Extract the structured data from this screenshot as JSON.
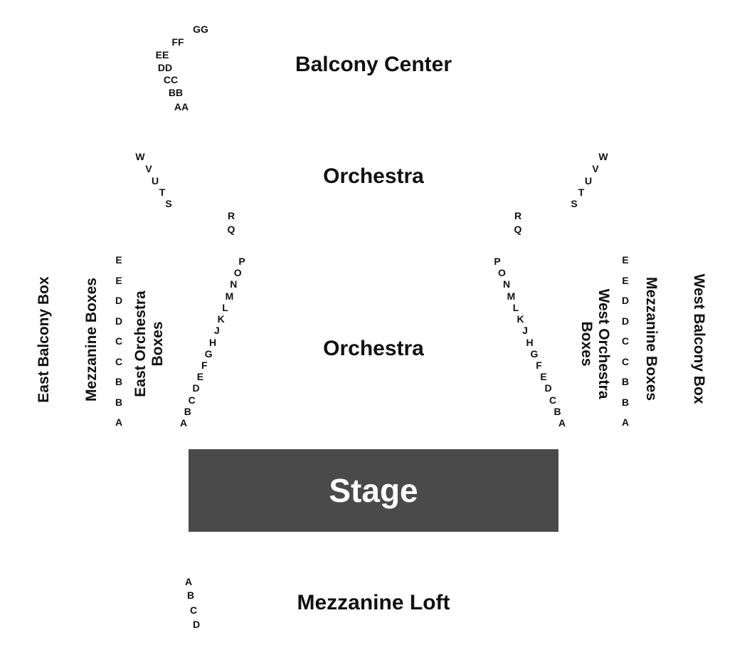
{
  "colors": {
    "stage": "#4a4a4a",
    "text": "#111111",
    "stage_text": "#ffffff"
  },
  "sections": {
    "balcony_center": "Balcony Center",
    "orchestra_upper": "Orchestra",
    "orchestra_lower": "Orchestra",
    "mezzanine_loft": "Mezzanine Loft",
    "stage": "Stage",
    "east_balcony_box": "East Balcony Box",
    "east_mezzanine_boxes": "Mezzanine Boxes",
    "east_orchestra_boxes": "East Orchestra Boxes",
    "west_orchestra_boxes": "West Orchestra Boxes",
    "west_mezzanine_boxes": "Mezzanine Boxes",
    "west_balcony_box": "West Balcony Box"
  },
  "rows": {
    "balcony": [
      "GG",
      "FF",
      "EE",
      "DD",
      "CC",
      "BB",
      "AA"
    ],
    "orchestra_upper_left": [
      "W",
      "V",
      "U",
      "T",
      "S"
    ],
    "orchestra_upper_right": [
      "W",
      "V",
      "U",
      "T",
      "S"
    ],
    "orchestra_mid_left": [
      "R",
      "Q"
    ],
    "orchestra_mid_right": [
      "R",
      "Q"
    ],
    "orchestra_lower_left": [
      "P",
      "O",
      "N",
      "M",
      "L",
      "K",
      "J",
      "H",
      "G",
      "F",
      "E",
      "D",
      "C",
      "B",
      "A"
    ],
    "orchestra_lower_right": [
      "P",
      "O",
      "N",
      "M",
      "L",
      "K",
      "J",
      "H",
      "G",
      "F",
      "E",
      "D",
      "C",
      "B",
      "A"
    ],
    "east_boxes": [
      "E",
      "E",
      "D",
      "D",
      "C",
      "C",
      "B",
      "B",
      "A"
    ],
    "west_boxes": [
      "E",
      "E",
      "D",
      "D",
      "C",
      "C",
      "B",
      "B",
      "A"
    ],
    "mezzanine_loft": [
      "A",
      "B",
      "C",
      "D"
    ]
  }
}
